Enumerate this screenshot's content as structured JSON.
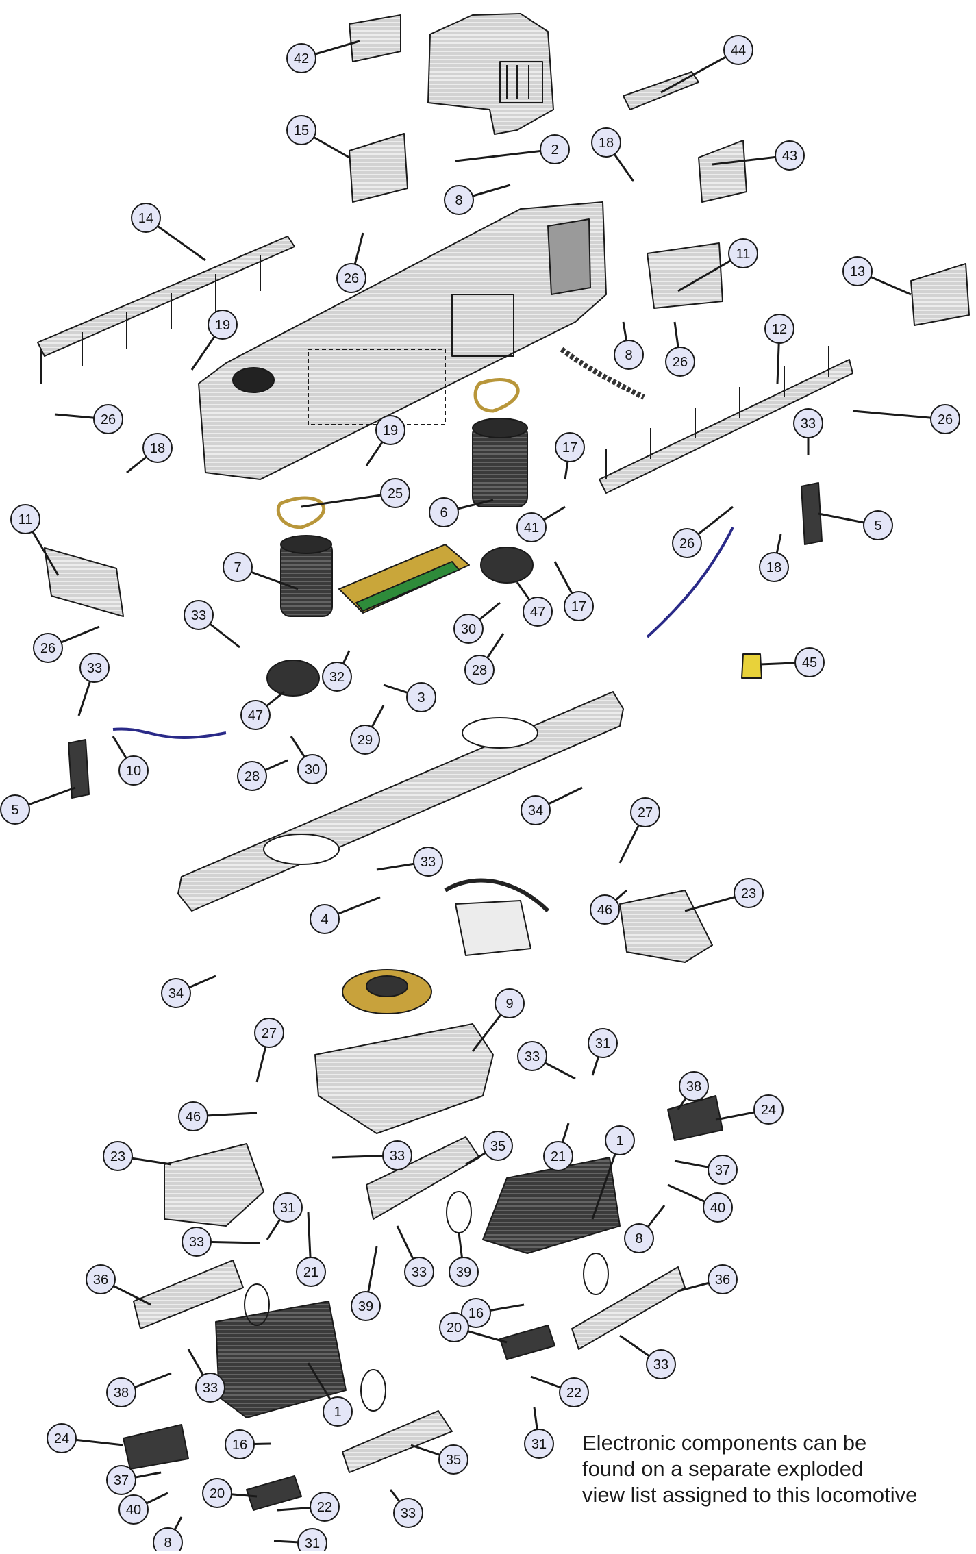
{
  "callouts": [
    {
      "n": "42"
    },
    {
      "n": "44"
    },
    {
      "n": "2"
    },
    {
      "n": "18"
    },
    {
      "n": "15"
    },
    {
      "n": "43"
    },
    {
      "n": "8"
    },
    {
      "n": "14"
    },
    {
      "n": "26"
    },
    {
      "n": "11"
    },
    {
      "n": "13"
    },
    {
      "n": "8"
    },
    {
      "n": "26"
    },
    {
      "n": "12"
    },
    {
      "n": "19"
    },
    {
      "n": "26"
    },
    {
      "n": "26"
    },
    {
      "n": "19"
    },
    {
      "n": "33"
    },
    {
      "n": "18"
    },
    {
      "n": "25"
    },
    {
      "n": "17"
    },
    {
      "n": "6"
    },
    {
      "n": "41"
    },
    {
      "n": "5"
    },
    {
      "n": "11"
    },
    {
      "n": "26"
    },
    {
      "n": "18"
    },
    {
      "n": "7"
    },
    {
      "n": "47"
    },
    {
      "n": "17"
    },
    {
      "n": "30"
    },
    {
      "n": "33"
    },
    {
      "n": "26"
    },
    {
      "n": "28"
    },
    {
      "n": "45"
    },
    {
      "n": "33"
    },
    {
      "n": "32"
    },
    {
      "n": "3"
    },
    {
      "n": "47"
    },
    {
      "n": "29"
    },
    {
      "n": "10"
    },
    {
      "n": "28"
    },
    {
      "n": "30"
    },
    {
      "n": "5"
    },
    {
      "n": "34"
    },
    {
      "n": "27"
    },
    {
      "n": "33"
    },
    {
      "n": "46"
    },
    {
      "n": "23"
    },
    {
      "n": "4"
    },
    {
      "n": "34"
    },
    {
      "n": "9"
    },
    {
      "n": "27"
    },
    {
      "n": "33"
    },
    {
      "n": "31"
    },
    {
      "n": "38"
    },
    {
      "n": "24"
    },
    {
      "n": "46"
    },
    {
      "n": "21"
    },
    {
      "n": "1"
    },
    {
      "n": "23"
    },
    {
      "n": "33"
    },
    {
      "n": "35"
    },
    {
      "n": "37"
    },
    {
      "n": "40"
    },
    {
      "n": "31"
    },
    {
      "n": "8"
    },
    {
      "n": "33"
    },
    {
      "n": "21"
    },
    {
      "n": "33"
    },
    {
      "n": "39"
    },
    {
      "n": "36"
    },
    {
      "n": "39"
    },
    {
      "n": "36"
    },
    {
      "n": "16"
    },
    {
      "n": "20"
    },
    {
      "n": "33"
    },
    {
      "n": "38"
    },
    {
      "n": "33"
    },
    {
      "n": "22"
    },
    {
      "n": "1"
    },
    {
      "n": "24"
    },
    {
      "n": "31"
    },
    {
      "n": "16"
    },
    {
      "n": "35"
    },
    {
      "n": "37"
    },
    {
      "n": "20"
    },
    {
      "n": "22"
    },
    {
      "n": "40"
    },
    {
      "n": "33"
    },
    {
      "n": "8"
    },
    {
      "n": "31"
    }
  ],
  "note": {
    "line1": "Electronic components can be",
    "line2": "found on a separate exploded",
    "line3": "view list assigned to this locomotive"
  },
  "colors": {
    "stroke": "#1a1a1a",
    "part_fill": "#cfcfcf",
    "dark_fill": "#3a3a3a",
    "bubble_fill": "#e4e6f7",
    "board_green": "#2e8b3a",
    "board_yellow": "#c9a63a",
    "speaker_gold": "#c8a23c",
    "bulb_yellow": "#e8d23a",
    "wire_blue": "#2a2a88"
  }
}
